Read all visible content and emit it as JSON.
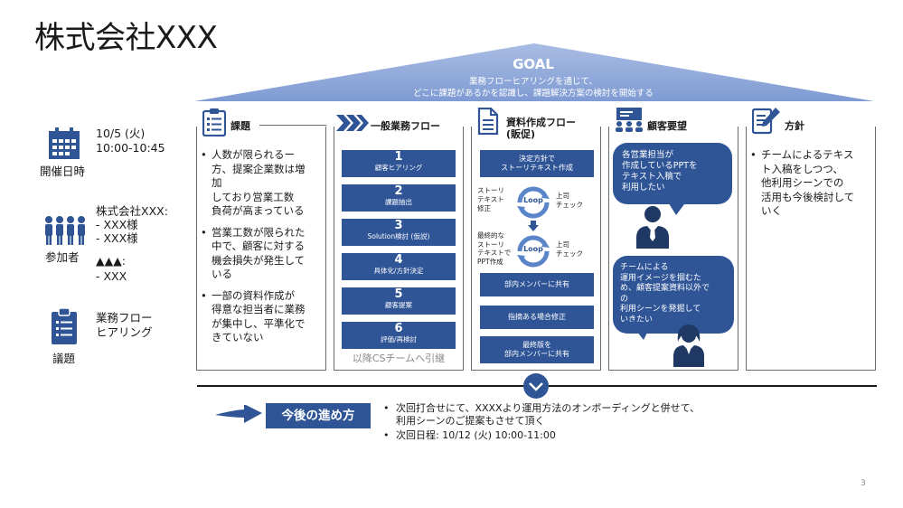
{
  "title": "株式会社XXX",
  "goal": {
    "heading": "GOAL",
    "line1": "業務フローヒアリングを通じて、",
    "line2": "どこに課題があるかを認識し、課題解決方案の検討を開始する"
  },
  "sidebar": {
    "date_line1": "10/5 (火)",
    "date_line2": "10:00-10:45",
    "date_label": "開催日時",
    "p1": "株式会社XXX:",
    "p2": "- XXX様",
    "p3": "- XXX様",
    "p4": "▲▲▲:",
    "p5": "- XXX",
    "participants_label": "参加者",
    "topic_line1": "業務フロー",
    "topic_line2": "ヒアリング",
    "topic_label": "議題"
  },
  "issues": {
    "title": "課題",
    "b1": [
      "人数が限られるー",
      "方、提案企業数は増",
      "加",
      "しており営業工数",
      "負荷が高まっている"
    ],
    "b2": [
      "営業工数が限られた",
      "中で、顧客に対する",
      "機会損失が発生して",
      "いる"
    ],
    "b3": [
      "一部の資料作成が",
      "得意な担当者に業務",
      "が集中し、平準化で",
      "きていない"
    ]
  },
  "flow": {
    "title": "一般業務フロー",
    "steps": [
      {
        "n": "1",
        "t": "顧客ヒアリング"
      },
      {
        "n": "2",
        "t": "課題抽出"
      },
      {
        "n": "3",
        "t": "Solution検討 (仮説)"
      },
      {
        "n": "4",
        "t": "具体化/方針決定"
      },
      {
        "n": "5",
        "t": "顧客提案"
      },
      {
        "n": "6",
        "t": "評価/再検討"
      }
    ],
    "footer": "以降CSチームへ引継"
  },
  "docs": {
    "title1": "資料作成フロー",
    "title2": "(販促)",
    "box1a": "決定方針で",
    "box1b": "ストーリテキスト作成",
    "left1a": "ストーリ",
    "left1b": "テキスト",
    "left1c": "修正",
    "right1a": "上司",
    "right1b": "チェック",
    "loop": "Loop",
    "left2a": "最終的な",
    "left2b": "ストーリ",
    "left2c": "テキストで",
    "left2d": "PPT作成",
    "right2a": "上司",
    "right2b": "チェック",
    "box2": "部内メンバーに共有",
    "box3": "指摘ある場合修正",
    "box4a": "最終版を",
    "box4b": "部内メンバーに共有"
  },
  "request": {
    "title": "顧客要望",
    "bubble1": [
      "各営業担当が",
      "作成しているPPTを",
      "テキスト入稿で",
      "利用したい"
    ],
    "bubble2": [
      "チームによる",
      "運用イメージを掴むた",
      "め、顧客提案資料以外で",
      "の",
      "利用シーンを発掘して",
      "いきたい"
    ]
  },
  "policy": {
    "title": "方針",
    "lines": [
      "チームによるテキス",
      "ト入稿をしつつ、",
      "他利用シーンでの",
      "活用も今後検討して",
      "いく"
    ]
  },
  "next": {
    "label": "今後の進め方",
    "b1a": "次回打合せにて、XXXXより運用方法のオンボーディングと併せて、",
    "b1b": "利用シーンのご提案もさせて頂く",
    "b2": "次回日程: 10/12 (火) 10:00-11:00"
  },
  "page_number": "3",
  "colors": {
    "primary": "#2f5597",
    "roof": "#8fa9db",
    "roof_light": "#b9c9e8",
    "text": "#1a1a1a"
  }
}
